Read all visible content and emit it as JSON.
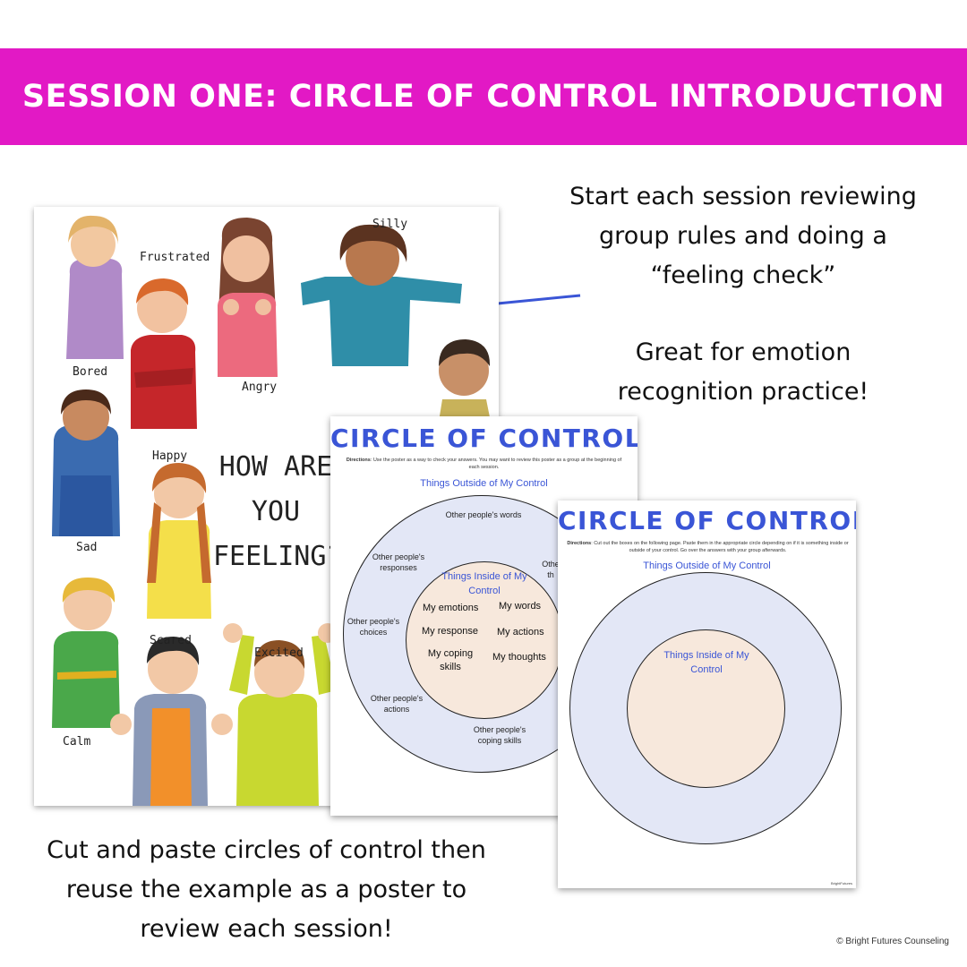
{
  "banner": {
    "title": "SESSION ONE: CIRCLE OF CONTROL INTRODUCTION",
    "color": "#e219c5"
  },
  "notes": {
    "top": "Start each session reviewing group rules and doing a “feeling check”",
    "middle": "Great for emotion recognition practice!",
    "bottom": "Cut and paste circles of control then reuse the example as a poster to review each session!"
  },
  "copyright": "© Bright Futures Counseling",
  "feelings_poster": {
    "title": "HOW ARE YOU FEELING?",
    "labels": {
      "silly": "Silly",
      "frustrated": "Frustrated",
      "bored": "Bored",
      "angry": "Angry",
      "happy": "Happy",
      "sad": "Sad",
      "scared": "Scared",
      "excited": "Excited",
      "calm": "Calm"
    }
  },
  "example_sheet": {
    "title": "CIRCLE OF CONTROL",
    "directions_label": "Directions",
    "directions": ": Use the poster as a way to check your answers. You may want to review this poster as a group at the beginning of each session.",
    "outside_label": "Things Outside of My Control",
    "inside_label": "Things Inside of My Control",
    "outside_items": {
      "words": "Other people's words",
      "responses": "Other people's responses",
      "choices": "Other people's choices",
      "actions": "Other people's actions",
      "coping": "Other people's coping skills",
      "thoughts_partial": "Othe th"
    },
    "inside_items": {
      "emotions": "My emotions",
      "words": "My words",
      "response": "My response",
      "actions": "My actions",
      "coping": "My coping skills",
      "thoughts": "My thoughts"
    }
  },
  "blank_sheet": {
    "title": "CIRCLE OF CONTROL",
    "directions_label": "Directions",
    "directions": ": Cut out the boxes on the following page. Paste them in the appropriate circle depending on if it is something inside or outside of your control. Go over the answers with your group afterwards.",
    "outside_label": "Things Outside of My Control",
    "inside_label": "Things Inside of My Control"
  },
  "colors": {
    "accent_blue": "#3a55d6",
    "outer_circle": "#e3e7f6",
    "inner_circle": "#f7e8dc",
    "arrow": "#3a55d6"
  }
}
